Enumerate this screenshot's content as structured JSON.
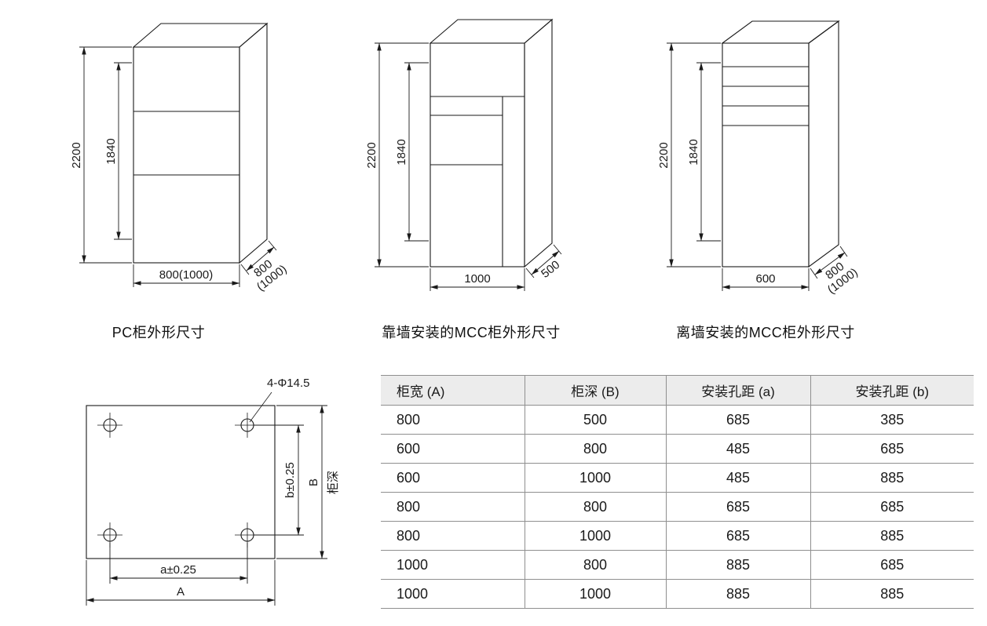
{
  "figures": {
    "pc": {
      "caption": "PC柜外形尺寸",
      "height": "2200",
      "inner_height": "1840",
      "width": "800(1000)",
      "depth": "800",
      "depth_alt": "(1000)"
    },
    "mcc_wall": {
      "caption": "靠墙安装的MCC柜外形尺寸",
      "height": "2200",
      "inner_height": "1840",
      "width": "1000",
      "depth": "500"
    },
    "mcc_freestanding": {
      "caption": "离墙安装的MCC柜外形尺寸",
      "height": "2200",
      "inner_height": "1840",
      "width": "600",
      "depth": "800",
      "depth_alt": "(1000)"
    }
  },
  "plan": {
    "holes_label": "4-Φ14.5",
    "dim_b": "b±0.25",
    "dim_B": "B",
    "depth_label": "柜深",
    "dim_a": "a±0.25",
    "dim_A": "A"
  },
  "table": {
    "headers": [
      "柜宽 (A)",
      "柜深 (B)",
      "安装孔距 (a)",
      "安装孔距 (b)"
    ],
    "rows": [
      [
        "800",
        "500",
        "685",
        "385"
      ],
      [
        "600",
        "800",
        "485",
        "685"
      ],
      [
        "600",
        "1000",
        "485",
        "885"
      ],
      [
        "800",
        "800",
        "685",
        "685"
      ],
      [
        "800",
        "1000",
        "685",
        "885"
      ],
      [
        "1000",
        "800",
        "885",
        "685"
      ],
      [
        "1000",
        "1000",
        "885",
        "885"
      ]
    ]
  }
}
